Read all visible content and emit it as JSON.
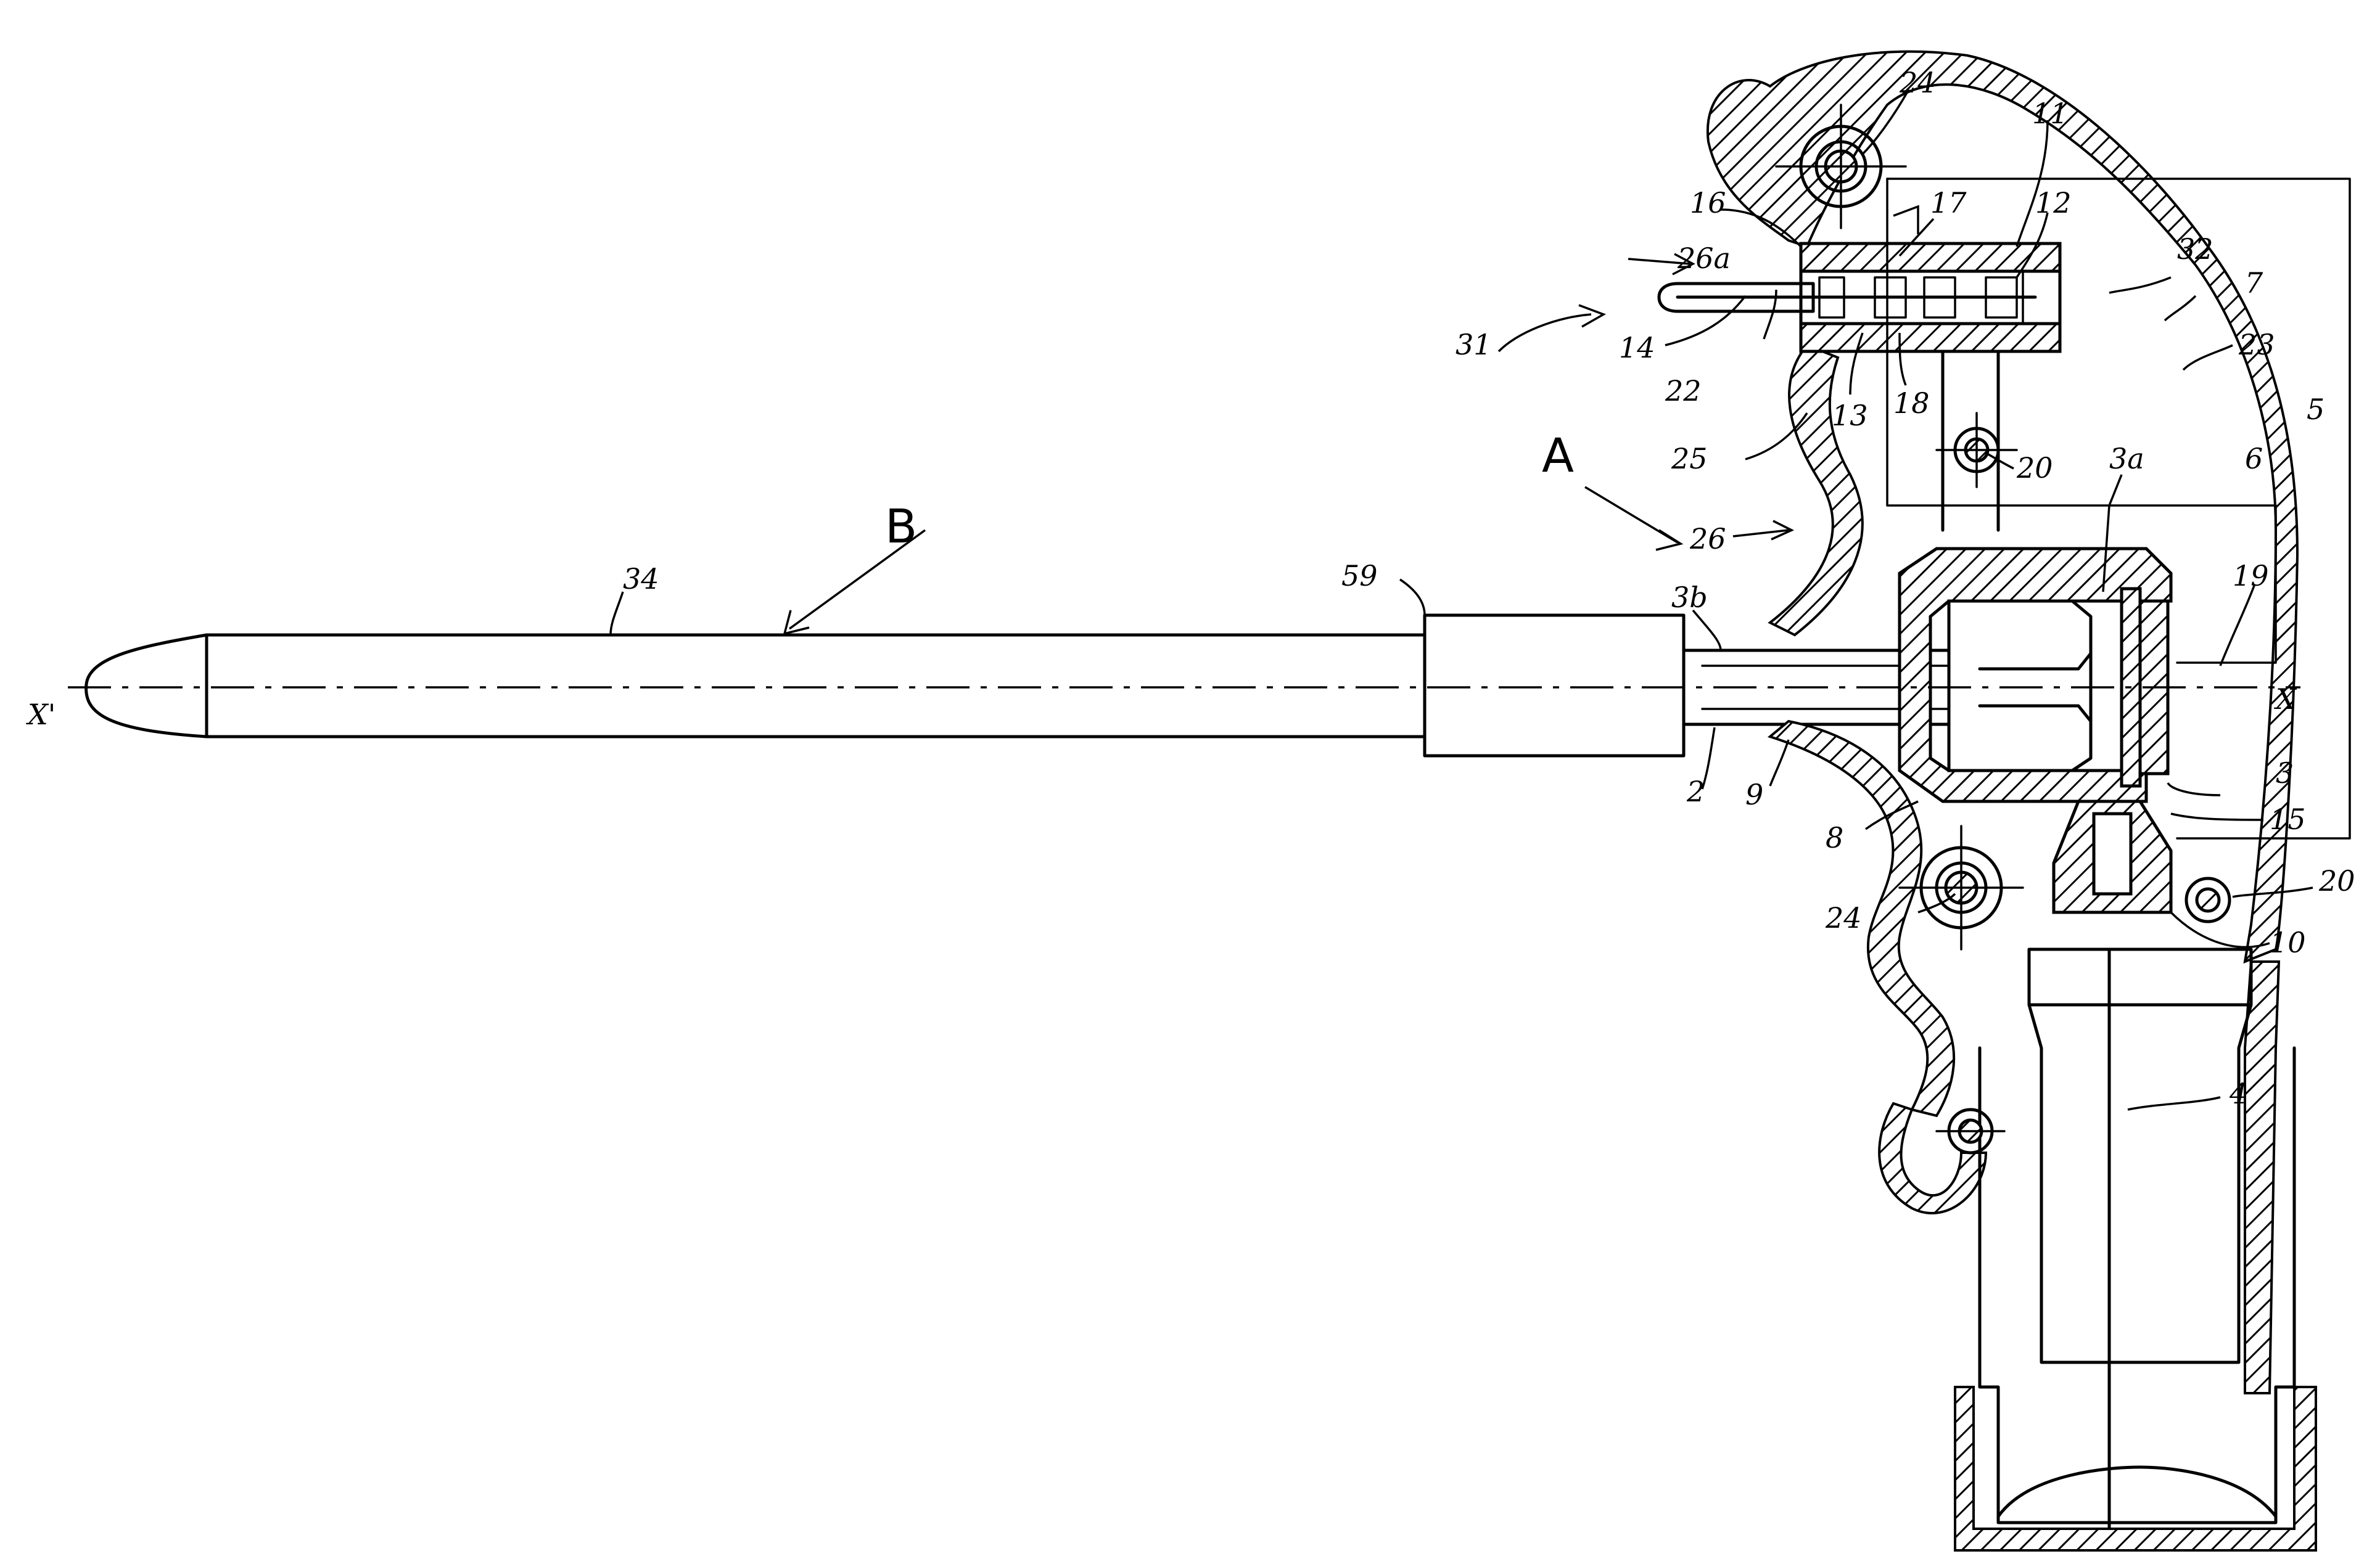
{
  "labels": {
    "l24a": "24",
    "l11": "11",
    "l16": "16",
    "l17": "17",
    "l12": "12",
    "l26a": "26a",
    "l32": "32",
    "l7": "7",
    "l31": "31",
    "l14": "14",
    "l22": "22",
    "l13": "13",
    "l18": "18",
    "l23": "23",
    "l5": "5",
    "l20a": "20",
    "l25": "25",
    "l3a": "3a",
    "l6": "6",
    "lA": "A",
    "lB": "B",
    "l26": "26",
    "l34": "34",
    "l59": "59",
    "l3b": "3b",
    "l19": "19",
    "lXp": "X'",
    "lX": "X",
    "l2": "2",
    "l9": "9",
    "l3": "3",
    "l8": "8",
    "l15": "15",
    "l20b": "20",
    "l24b": "24",
    "l10": "10",
    "l4": "4"
  }
}
